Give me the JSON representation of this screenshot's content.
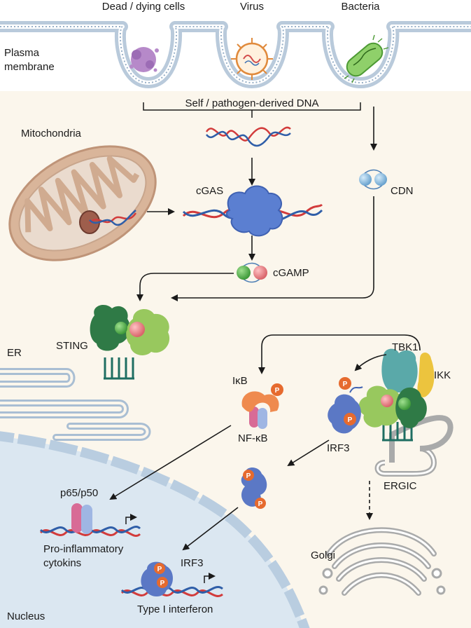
{
  "labels": {
    "dead_cells": "Dead / dying cells",
    "virus": "Virus",
    "bacteria": "Bacteria",
    "plasma_line1": "Plasma",
    "plasma_line2": "membrane",
    "dna_source": "Self / pathogen-derived DNA",
    "mitochondria": "Mitochondria",
    "cgas": "cGAS",
    "cdn": "CDN",
    "cgamp": "cGAMP",
    "sting": "STING",
    "er": "ER",
    "tbk1": "TBK1",
    "ikk": "IKK",
    "ikb": "IκB",
    "nfkb": "NF-κB",
    "irf3_right": "IRF3",
    "ergic": "ERGIC",
    "p65p50": "p65/p50",
    "proinflam_line1": "Pro-inflammatory",
    "proinflam_line2": "cytokins",
    "irf3_nucleus": "IRF3",
    "type1_ifn": "Type I interferon",
    "golgi": "Golgi",
    "nucleus": "Nucleus",
    "phospho": "P"
  },
  "colors": {
    "nucleus_fill": "#dde9f3",
    "cytoplasm_fill": "#fbf5ea",
    "membrane": "#a9bed3",
    "sting_dark": "#2f7a46",
    "sting_light": "#98c85e",
    "tbk1": "#5aa9a9",
    "ikk": "#ecc43e",
    "irf3": "#5b78c5",
    "ikb": "#ef8a4e",
    "phospho": "#e66a2e",
    "cgas": "#5b7fd1",
    "cgamp_green": "#5dbb55",
    "cgamp_pink": "#ef8a8e",
    "cdn": "#9cc7e6",
    "dna_red": "#d23b3b",
    "dna_blue": "#2f5ea8"
  }
}
